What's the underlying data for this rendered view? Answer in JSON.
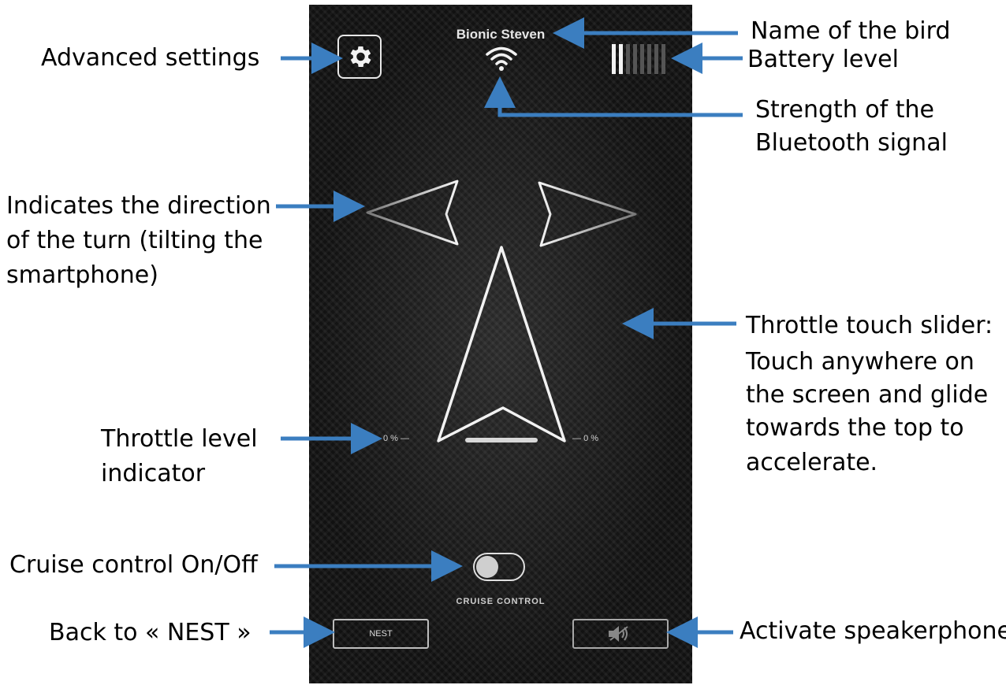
{
  "app": {
    "bird_name": "Bionic Steven",
    "battery_bars_on": 2,
    "battery_bars_total": 8,
    "throttle": {
      "left_value": "0 %",
      "right_value": "0 %",
      "level": 0
    },
    "cruise_control": {
      "label": "CRUISE CONTROL",
      "enabled": false
    },
    "nest_button": "NEST",
    "speaker_icon": "speaker-muted-icon",
    "settings_icon": "gear-icon",
    "signal_icon": "wifi-icon"
  },
  "annotations": {
    "advanced_settings": "Advanced settings",
    "bird_name": "Name of the bird",
    "battery_level": "Battery level",
    "bluetooth_signal": [
      "Strength of the",
      "Bluetooth signal"
    ],
    "turn_direction": [
      "Indicates the direction",
      "of the turn (tilting the",
      "smartphone)"
    ],
    "throttle_slider": [
      "Throttle touch slider:",
      "Touch anywhere on",
      "the screen and glide",
      "towards the top to",
      "accelerate."
    ],
    "throttle_level": [
      "Throttle level",
      "indicator"
    ],
    "cruise_control": "Cruise control On/Off",
    "back_to_nest": "Back to « NEST »",
    "speakerphone": "Activate speakerphone"
  },
  "colors": {
    "arrow_blue": "#3b7ec0",
    "phone_bg": "#121212",
    "ui_white": "#f2f2f2"
  }
}
